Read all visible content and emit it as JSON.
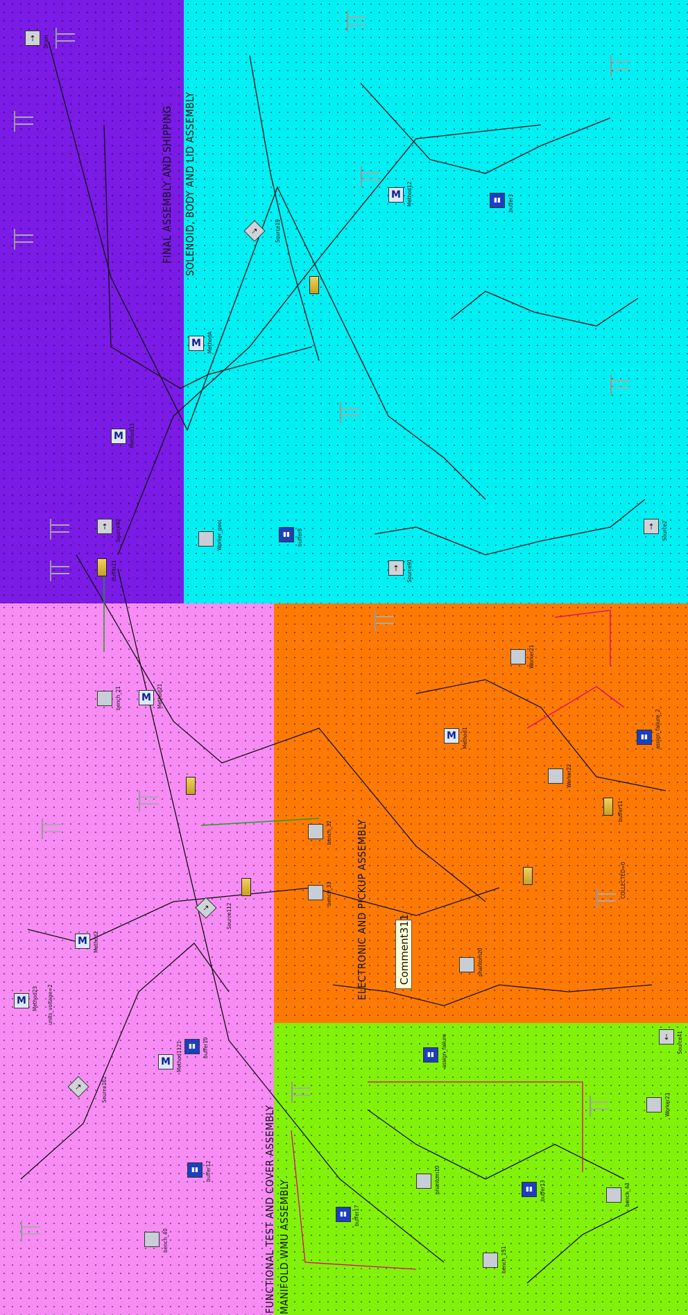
{
  "zones": [
    {
      "id": "final",
      "label": "FINAL ASSEMBLY AND SHIPPING",
      "color": "#7a1be6"
    },
    {
      "id": "solenoid",
      "label": "SOLENOID, BODY AND LID  ASSEMBLY",
      "color": "#00f0f4"
    },
    {
      "id": "functional",
      "label": "FUNCTIONAL TEST AND COVER  ASSEMBLY",
      "color": "#f78cf4"
    },
    {
      "id": "electronic",
      "label": "ELECTRONIC AND PICKUP  ASSEMBLY",
      "color": "#ff7a05"
    },
    {
      "id": "manifold",
      "label": "MANIFOLD WMU  ASSEMBLY",
      "color": "#82f20a"
    }
  ],
  "comment": {
    "text": "Comment311"
  },
  "nodes": [
    {
      "label": "Drain",
      "type": "s"
    },
    {
      "label": "Source92",
      "type": "s"
    },
    {
      "label": "Source91",
      "type": "s"
    },
    {
      "label": "Source19",
      "type": "s"
    },
    {
      "label": "Source2",
      "type": "s"
    },
    {
      "label": "Source41",
      "type": "s"
    },
    {
      "label": "Source112",
      "type": "s"
    },
    {
      "label": "Source102",
      "type": "s"
    },
    {
      "label": "MethodA",
      "type": "m"
    },
    {
      "label": "Method11",
      "type": "m"
    },
    {
      "label": "Method1",
      "type": "m"
    },
    {
      "label": "Method21",
      "type": "m"
    },
    {
      "label": "Method23",
      "type": "m"
    },
    {
      "label": "Method2",
      "type": "m"
    },
    {
      "label": "Method12",
      "type": "m"
    },
    {
      "label": "Method1121",
      "type": "m"
    },
    {
      "label": "buffer8",
      "type": "q"
    },
    {
      "label": "buffer3",
      "type": "q"
    },
    {
      "label": "buffer10",
      "type": "q"
    },
    {
      "label": "buffer12",
      "type": "q"
    },
    {
      "label": "buffer17",
      "type": "q"
    },
    {
      "label": "buffer13",
      "type": "q"
    },
    {
      "label": "buffer21",
      "type": "q"
    },
    {
      "label": "buffer11",
      "type": "q"
    },
    {
      "label": "bench_21",
      "type": "n"
    },
    {
      "label": "bench_32",
      "type": "n"
    },
    {
      "label": "bench_33",
      "type": "n"
    },
    {
      "label": "bench_40",
      "type": "n"
    },
    {
      "label": "bench_131",
      "type": "n"
    },
    {
      "label": "bench_43",
      "type": "n"
    },
    {
      "label": "Worker_pool",
      "type": "n"
    },
    {
      "label": "phantom10",
      "type": "n"
    },
    {
      "label": "phantom20",
      "type": "n"
    },
    {
      "label": "Worker21",
      "type": "n"
    },
    {
      "label": "Worker22",
      "type": "n"
    },
    {
      "label": "Worker23",
      "type": "n"
    },
    {
      "label": "COLLECTED=0",
      "type": "n"
    },
    {
      "label": "units_voltage=2",
      "type": "n"
    },
    {
      "label": "assign_failure",
      "type": "n"
    },
    {
      "label": "assign_failure_2",
      "type": "n"
    }
  ]
}
